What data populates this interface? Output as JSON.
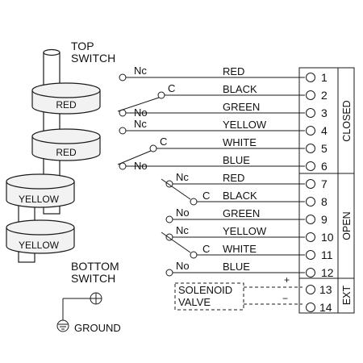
{
  "top_switch": {
    "line1": "TOP",
    "line2": "SWITCH"
  },
  "bottom_switch": {
    "line1": "BOTTOM",
    "line2": "SWITCH"
  },
  "ground_label": "GROUND",
  "cams": [
    "RED",
    "RED",
    "YELLOW",
    "YELLOW"
  ],
  "contact_labels": {
    "nc": "Nc",
    "no": "No",
    "c": "C"
  },
  "wires": [
    {
      "color_name": "RED",
      "terminal": "1"
    },
    {
      "color_name": "BLACK",
      "terminal": "2"
    },
    {
      "color_name": "GREEN",
      "terminal": "3"
    },
    {
      "color_name": "YELLOW",
      "terminal": "4"
    },
    {
      "color_name": "WHITE",
      "terminal": "5"
    },
    {
      "color_name": "BLUE",
      "terminal": "6"
    },
    {
      "color_name": "RED",
      "terminal": "7"
    },
    {
      "color_name": "BLACK",
      "terminal": "8"
    },
    {
      "color_name": "GREEN",
      "terminal": "9"
    },
    {
      "color_name": "YELLOW",
      "terminal": "10"
    },
    {
      "color_name": "WHITE",
      "terminal": "11"
    },
    {
      "color_name": "BLUE",
      "terminal": "12"
    }
  ],
  "ext_terminals": [
    "13",
    "14"
  ],
  "solenoid": {
    "line1": "SOLENOID",
    "line2": "VALVE",
    "plus": "+",
    "minus": "−"
  },
  "groups": {
    "closed": "CLOSED",
    "open": "OPEN",
    "ext": "EXT"
  },
  "colors": {
    "stroke": "#1a1a1a",
    "cam_fill": "#f2f2f2"
  }
}
